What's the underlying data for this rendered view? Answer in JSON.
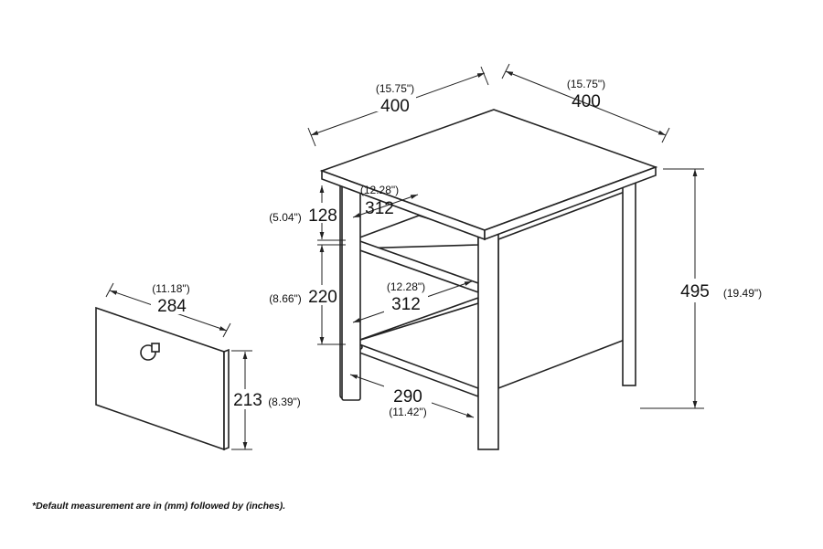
{
  "dimensions": {
    "top_depth": {
      "mm": "400",
      "in": "(15.75\")"
    },
    "top_width": {
      "mm": "400",
      "in": "(15.75\")"
    },
    "height": {
      "mm": "495",
      "in": "(19.49\")"
    },
    "upper_gap": {
      "mm": "128",
      "in": "(5.04\")"
    },
    "middle_gap": {
      "mm": "220",
      "in": "(8.66\")"
    },
    "upper_shelf_depth": {
      "mm": "312",
      "in": "(12.28\")"
    },
    "lower_shelf_depth": {
      "mm": "312",
      "in": "(12.28\")"
    },
    "bottom_shelf_width": {
      "mm": "290",
      "in": "(11.42\")"
    },
    "drawer_width": {
      "mm": "284",
      "in": "(11.18\")"
    },
    "drawer_height": {
      "mm": "213",
      "in": "(8.39\")"
    }
  },
  "footnote": "*Default measurement are in (mm) followed by (inches)."
}
